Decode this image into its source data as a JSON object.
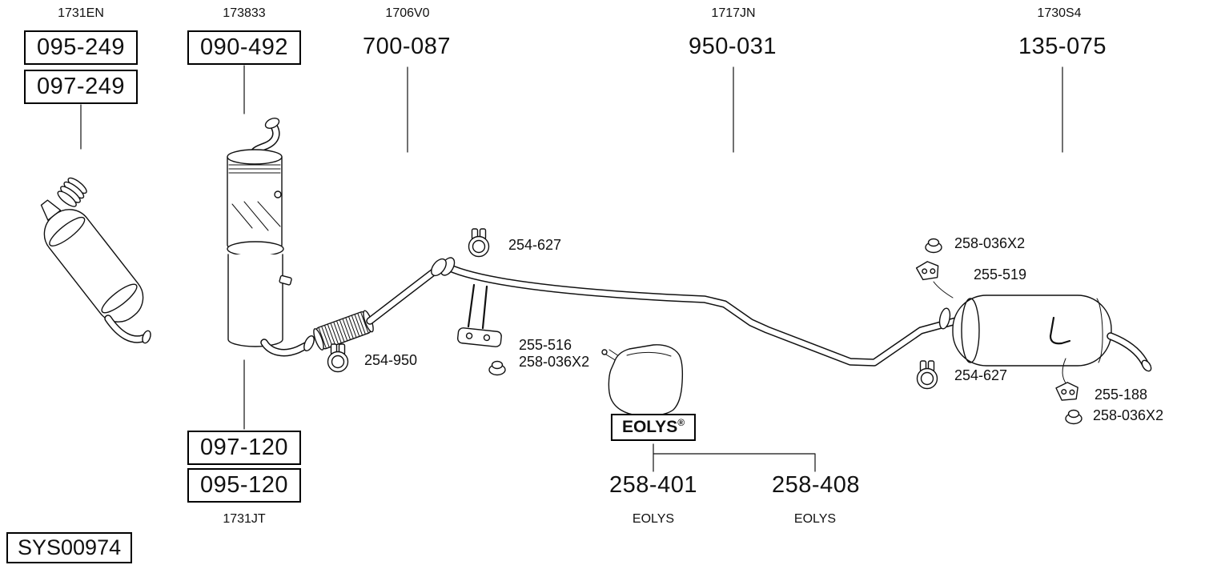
{
  "page": {
    "system_id": "SYS00974",
    "ink_color": "#111111",
    "background_color": "#ffffff"
  },
  "columns": [
    {
      "ref": "1731EN",
      "part_a": "095-249",
      "part_b": "097-249"
    },
    {
      "ref": "173833",
      "part_a": "090-492"
    },
    {
      "ref": "1706V0",
      "part_a": "700-087"
    },
    {
      "ref": "1717JN",
      "part_a": "950-031"
    },
    {
      "ref": "1730S4",
      "part_a": "135-075"
    }
  ],
  "lower_column": {
    "ref": "1731JT",
    "part_a": "097-120",
    "part_b": "095-120"
  },
  "callouts": {
    "front_pipe_clamp": "254-627",
    "flex_clamp": "254-950",
    "mid_hanger_bracket": "255-516",
    "mid_hanger_nut": "258-036X2",
    "rear_top_nut": "258-036X2",
    "rear_top_bracket": "255-519",
    "rear_inlet_clamp": "254-627",
    "rear_lower_bracket": "255-188",
    "rear_lower_nut": "258-036X2"
  },
  "eolys": {
    "box_label": "EOLYS",
    "registered_mark": "®",
    "left_part": "258-401",
    "left_caption": "EOLYS",
    "right_part": "258-408",
    "right_caption": "EOLYS"
  }
}
